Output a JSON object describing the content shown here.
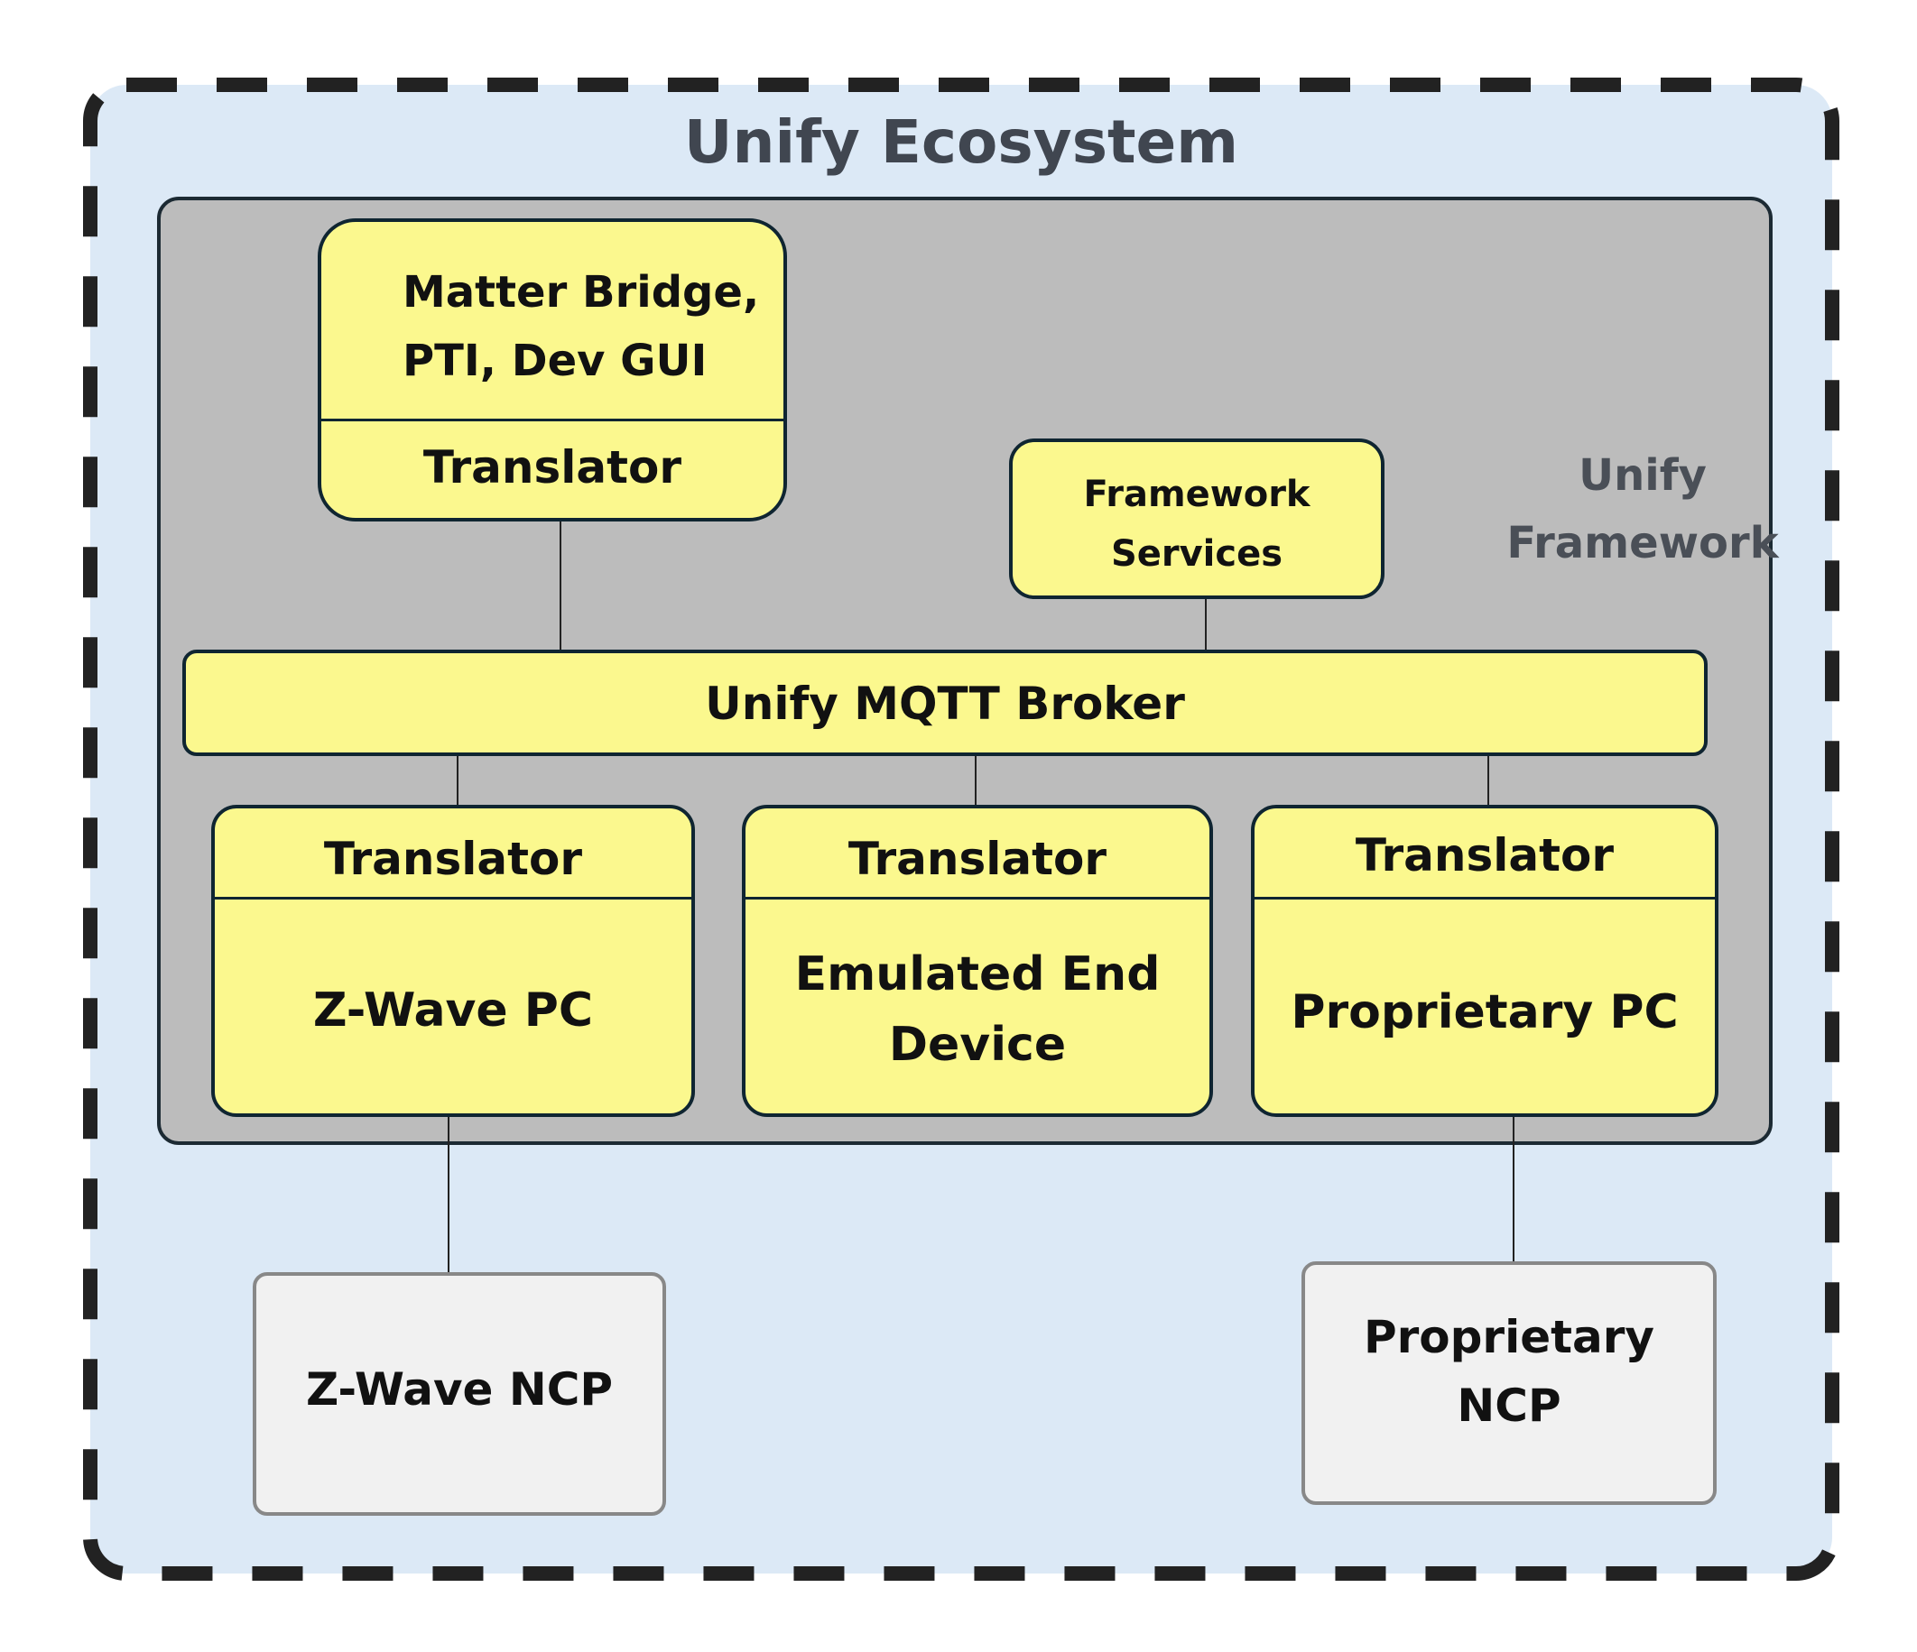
{
  "ecosystem": {
    "title": "Unify Ecosystem"
  },
  "framework": {
    "label_line1": "Unify",
    "label_line2": "Framework"
  },
  "matter_box": {
    "line1": "Matter Bridge,",
    "line2": "PTI, Dev GUI",
    "translator": "Translator"
  },
  "services_box": {
    "line1": "Framework",
    "line2": "Services"
  },
  "broker": {
    "label": "Unify MQTT Broker"
  },
  "pc_boxes": [
    {
      "translator": "Translator",
      "line1": "Z-Wave PC",
      "line2": ""
    },
    {
      "translator": "Translator",
      "line1": "Emulated End",
      "line2": "Device"
    },
    {
      "translator": "Translator",
      "line1": "Proprietary PC",
      "line2": ""
    }
  ],
  "ncp_boxes": [
    {
      "line1": "Z-Wave NCP",
      "line2": ""
    },
    {
      "line1": "Proprietary",
      "line2": "NCP"
    }
  ],
  "colors": {
    "ecosystem_bg": "#dce9f6",
    "framework_bg": "#bcbcbc",
    "component_fill": "#fbf88e",
    "ncp_fill": "#f1f1f1",
    "border": "#0f2531"
  }
}
